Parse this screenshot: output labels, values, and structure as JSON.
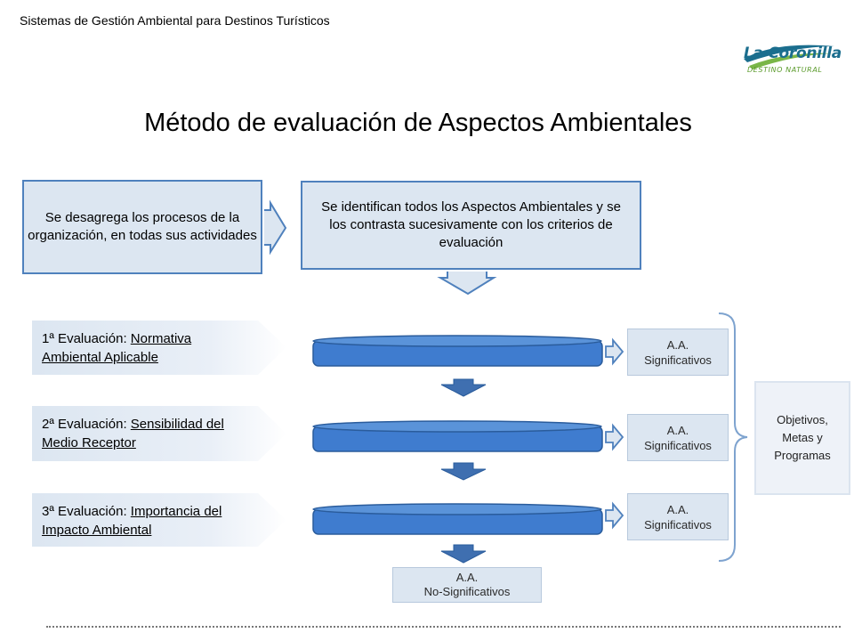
{
  "header": {
    "text": "Sistemas de Gestión Ambiental para Destinos Turísticos"
  },
  "logo": {
    "name": "La Coronilla",
    "tagline": "DESTINO NATURAL"
  },
  "title": "Método de evaluación de Aspectos Ambientales",
  "steps": {
    "step1": "Se desagrega los procesos de la organización, en todas sus actividades",
    "step2": "Se identifican todos los Aspectos Ambientales y se los contrasta sucesivamente con los criterios de evaluación"
  },
  "evaluations": [
    {
      "prefix": "1ª Evaluación: ",
      "criterion": "Normativa Ambiental Aplicable"
    },
    {
      "prefix": "2ª Evaluación: ",
      "criterion": "Sensibilidad del Medio Receptor"
    },
    {
      "prefix": "3ª Evaluación: ",
      "criterion": "Importancia del Impacto Ambiental"
    }
  ],
  "results": {
    "significant_line1": "A.A.",
    "significant_line2": "Significativos",
    "nonsignificant_line1": "A.A.",
    "nonsignificant_line2": "No-Significativos"
  },
  "outcome": {
    "line1": "Objetivos,",
    "line2": "Metas y",
    "line3": "Programas"
  },
  "colors": {
    "accent": "#4f81bd",
    "box_fill": "#dce6f1",
    "filter_fill": "#3f7ccf"
  }
}
